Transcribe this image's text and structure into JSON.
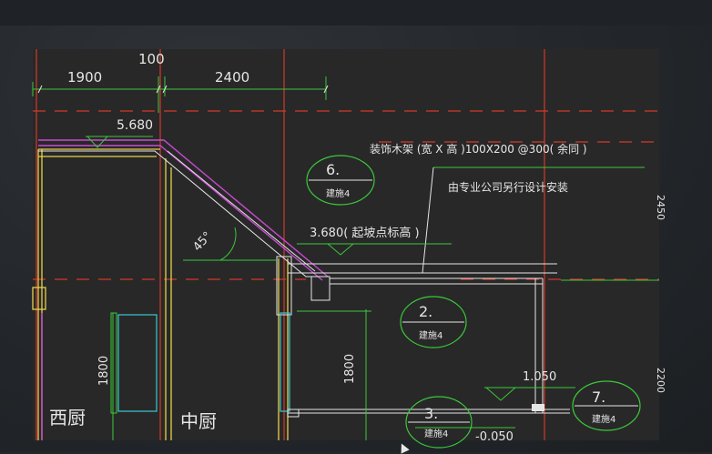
{
  "drawing": {
    "dimensions": {
      "dim_1900": "1900",
      "dim_100": "100",
      "dim_2400": "2400",
      "dim_1800_left": "1800",
      "dim_1800_right": "1800",
      "dim_partial_right_top": "2450",
      "dim_partial_right_bottom": "2200"
    },
    "elevations": {
      "elev_5680": "5.680",
      "elev_3680_note": "3.680(  起坡点标高           )",
      "elev_1050": "1.050",
      "elev_neg0050": "-0.050"
    },
    "angle_label": "45°",
    "notes": {
      "decorative_frame": "装饰木架        (宽 X 高 )100X200    @300( 余同   )",
      "installer": "由专业公司另行设计安装"
    },
    "detail_markers": [
      {
        "number": "6.",
        "ref": "建施4"
      },
      {
        "number": "2.",
        "ref": "建施4"
      },
      {
        "number": "3.",
        "ref": "建施4"
      },
      {
        "number": "7.",
        "ref": "建施4"
      }
    ],
    "room_labels": {
      "west_kitchen": "西厨",
      "middle_kitchen": "中厨"
    }
  },
  "colors": {
    "background": "#282828",
    "red_axis": "#d23a2a",
    "green_dim": "#3ac83a",
    "yellow_wall": "#e6d24a",
    "white_line": "#e6e6e6",
    "magenta_roof": "#c84ad2",
    "cyan_window": "#3ac8d2"
  }
}
